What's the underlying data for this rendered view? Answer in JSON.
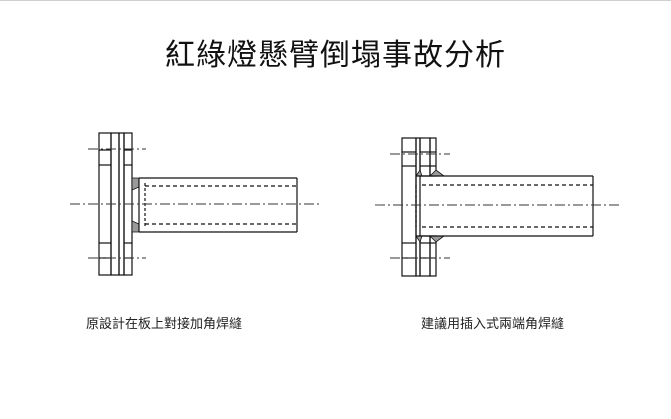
{
  "slide": {
    "title": "紅綠燈懸臂倒塌事故分析",
    "caption_left": "原設計在板上對接加角焊縫",
    "caption_right": "建議用插入式兩端角焊縫"
  },
  "colors": {
    "line": "#111111",
    "weld": "#9a9a9a",
    "centerline": "#333333"
  }
}
